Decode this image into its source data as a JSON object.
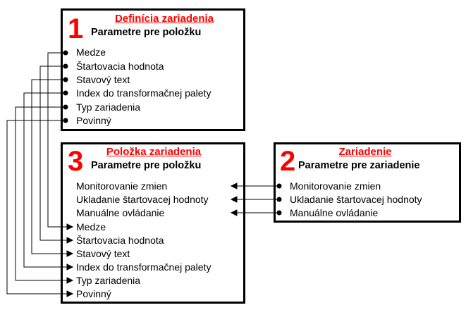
{
  "box1": {
    "number": "1",
    "title": "Definícia zariadenia",
    "subtitle": "Parametre pre položku",
    "items": [
      "Medze",
      "Štartovacia hodnota",
      "Stavový text",
      "Index do transformačnej palety",
      "Typ zariadenia",
      "Povinný"
    ]
  },
  "box2": {
    "number": "2",
    "title": "Zariadenie",
    "subtitle": "Parametre pre zariadenie",
    "items": [
      "Monitorovanie zmien",
      "Ukladanie štartovacej hodnoty",
      "Manuálne ovládanie"
    ]
  },
  "box3": {
    "number": "3",
    "title": "Položka zariadenia",
    "subtitle": "Parametre pre položku",
    "items_from_box2": [
      "Monitorovanie zmien",
      "Ukladanie štartovacej hodnoty",
      "Manuálne ovládanie"
    ],
    "items_from_box1": [
      "Medze",
      "Štartovacia hodnota",
      "Stavový text",
      "Index do transformačnej palety",
      "Typ zariadenia",
      "Povinný"
    ]
  },
  "colors": {
    "accent": "#ff0000",
    "line": "#000000"
  }
}
